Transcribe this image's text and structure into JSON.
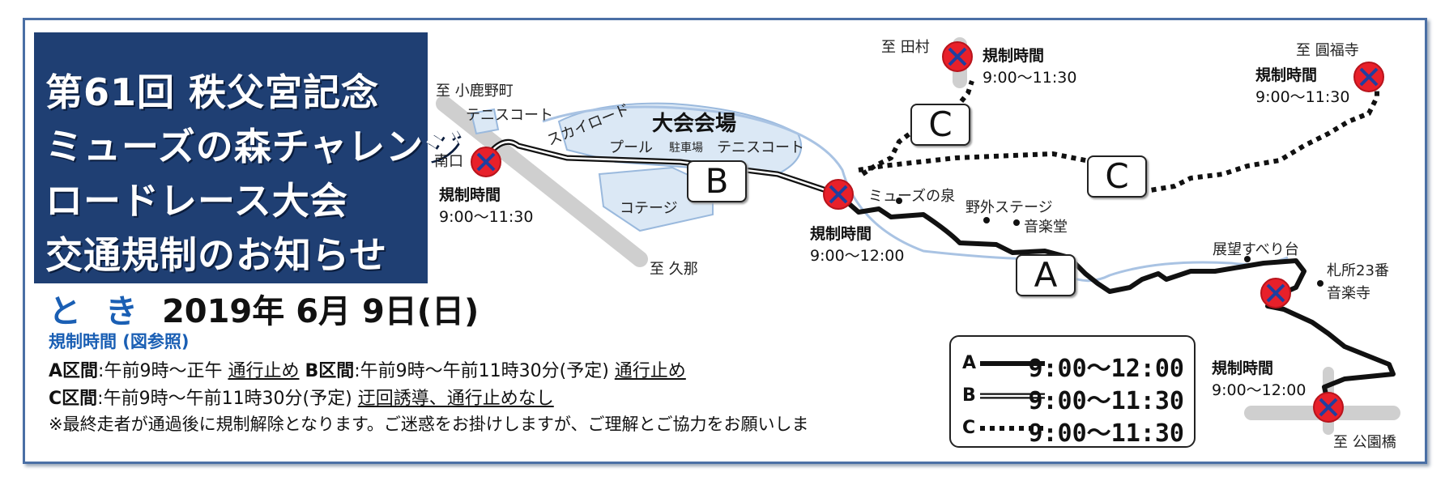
{
  "title_lines": [
    "第61回 秩父宮記念",
    "ミューズの森チャレンジ",
    "ロードレース大会",
    "交通規制のお知らせ"
  ],
  "date": {
    "label": "と き",
    "value": "2019年  6月  9日(日)"
  },
  "restriction_heading": "規制時間 (図参照)",
  "info": {
    "line1": {
      "a_label": "A区間",
      "a_text": ":午前9時～正午 ",
      "a_stop": "通行止め",
      "b_label": "B区間",
      "b_text": ":午前9時～午前11時30分(予定) ",
      "b_stop": "通行止め"
    },
    "line2": {
      "c_label": "C区間",
      "c_text": ":午前9時～午前11時30分(予定) ",
      "c_detour": "迂回誘導、通行止めなし"
    },
    "line3": "※最終走者が通過後に規制解除となります。ご迷惑をお掛けしますが、ご理解とご協力をお願いしま"
  },
  "map": {
    "places": {
      "koshikano": "至 小鹿野町",
      "tenis1": "テニスコート",
      "skyroad": "スカイロード",
      "venue": "大会会場",
      "pool": "プール",
      "parking": "駐車場",
      "tenis2": "テニスコート",
      "minamiguchi": "南口",
      "cottage": "コテージ",
      "kuna": "至 久那",
      "tamura": "至 田村",
      "enpukuji": "至 圓福寺",
      "muse_izumi": "ミューズの泉",
      "yagai": "野外ステージ",
      "ongakudo": "音楽堂",
      "tenbo": "展望すべり台",
      "fudasho": "札所23番",
      "ongakuji": "音楽寺",
      "koenbashi": "至 公園橋"
    },
    "regulations": [
      {
        "title": "規制時間",
        "time": "9:00～11:30"
      },
      {
        "title": "規制時間",
        "time": "9:00～12:00"
      },
      {
        "title": "規制時間",
        "time": "9:00～11:30"
      },
      {
        "title": "規制時間",
        "time": "9:00～11:30"
      },
      {
        "title": "規制時間",
        "time": "9:00～12:00"
      }
    ],
    "sections": {
      "a": "A",
      "b": "B",
      "c1": "C",
      "c2": "C"
    }
  },
  "legend": [
    {
      "letter": "A",
      "time": "9:00～12:00"
    },
    {
      "letter": "B",
      "time": "9:00～11:30"
    },
    {
      "letter": "C",
      "time": "9:00～11:30"
    }
  ],
  "colors": {
    "title_bg": "#1f3f73",
    "accent_blue": "#1a5fb4",
    "frame": "#4a6fa5",
    "stop_red": "#e8202a",
    "stop_x": "#1f3fa0",
    "area_fill": "#dbe8f5",
    "area_stroke": "#9ab9dd"
  }
}
